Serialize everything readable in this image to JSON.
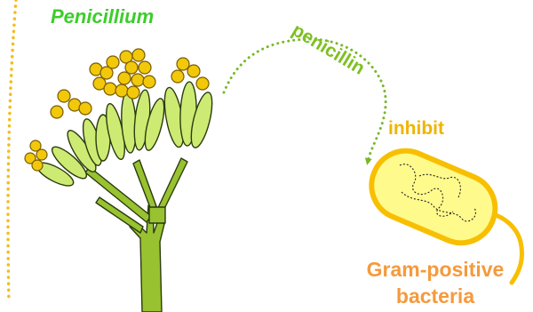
{
  "labels": {
    "organism": "Penicillium",
    "compound": "penicillin",
    "action": "inhibit",
    "target_line1": "Gram-positive",
    "target_line2": "bacteria"
  },
  "colors": {
    "organism_label": "#3ccd2c",
    "compound_label": "#7dc020",
    "action_label": "#f0b400",
    "target_label": "#f59a3c",
    "arrow": "#78b828",
    "boundary_dots": "#f2bd1c",
    "conidia": "#f2c80a",
    "conidia_outline": "#7a5c00",
    "phialide": "#cdeb72",
    "stalk": "#98c230",
    "plant_outline": "#2b3a10",
    "bacterium_body": "#fffa8c",
    "bacterium_wall": "#f8bf00",
    "dna": "#222222"
  }
}
